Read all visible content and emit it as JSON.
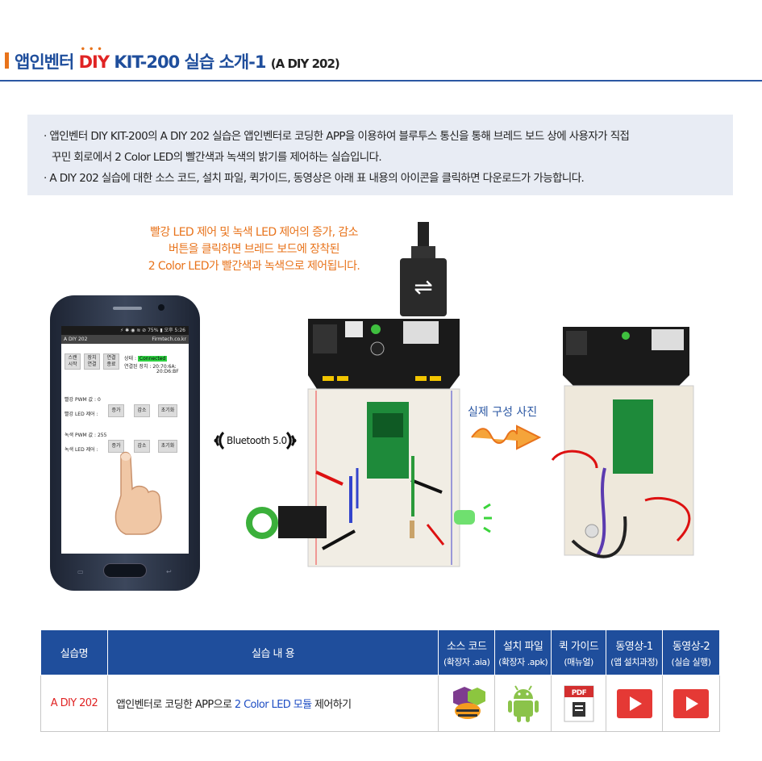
{
  "title": {
    "prefix": "앱인벤터",
    "diy": "DIY",
    "main": "KIT-200 실습 소개-1",
    "sub": "(A DIY 202)"
  },
  "intro": {
    "line1": "· 앱인벤터 DIY KIT-200의 A DIY 202 실습은 앱인벤터로 코딩한 APP을 이용하여 블루투스 통신을 통해 브레드 보드 상에 사용자가 직접",
    "line2": "꾸민 회로에서 2 Color LED의 빨간색과 녹색의 밝기를 제어하는 실습입니다.",
    "line3": "· A DIY 202 실습에 대한 소스 코드, 설치 파일, 퀵가이드, 동영상은 아래 표 내용의 아이콘을 클릭하면 다운로드가 가능합니다."
  },
  "annotation": {
    "line1": "빨강 LED 제어 및 녹색 LED 제어의 증가, 감소",
    "line2": "버튼을 클릭하면 브레드 보드에 장착된",
    "line3": "2 Color LED가 빨간색과 녹색으로 제어됩니다."
  },
  "bluetooth_label": "Bluetooth 5.0",
  "photo_label": "실제 구성 사진",
  "phone": {
    "status": "⚡ ✱ ◉ ≋ ⊘ 75% ▮ 오후 5:26",
    "app_name": "A DIY 202",
    "app_site": "Firmtech.co.kr",
    "btn_scan": "스캔\n시작",
    "btn_connect": "장치\n연결",
    "btn_disconnect": "연결\n종료",
    "state_label": "상태 :",
    "state_value": "Connected",
    "device_label": "연결된 장치 : 20:70:6A:",
    "device_value": "20:D6:BF",
    "red_pwm": "빨강 PWM 값 : 0",
    "red_control": "빨강 LED 제어 :",
    "green_pwm": "녹색 PWM 값 : 255",
    "green_control": "녹색 LED 제어 :",
    "inc": "증가",
    "dec": "감소",
    "reset": "초기화"
  },
  "table": {
    "headers": {
      "name": "실습명",
      "content": "실습 내 용",
      "source": "소스 코드",
      "source_sub": "(확장자 .aia)",
      "install": "설치 파일",
      "install_sub": "(확장자 .apk)",
      "guide": "퀵 가이드",
      "guide_sub": "(매뉴얼)",
      "video1": "동영상-1",
      "video1_sub": "(앱 설치과정)",
      "video2": "동영상-2",
      "video2_sub": "(실습 실행)"
    },
    "row": {
      "code": "A DIY 202",
      "content_pre": "앱인벤터로 코딩한 APP으로 ",
      "content_hl": "2 Color LED 모듈",
      "content_post": " 제어하기",
      "pdf": "PDF"
    }
  },
  "colors": {
    "brand_blue": "#1f4e9c",
    "accent_orange": "#e8731b",
    "accent_red": "#e02424",
    "connected_green": "#2ed142",
    "intro_bg": "#e8ecf4"
  },
  "icons": [
    "app-inventor-icon",
    "android-icon",
    "pdf-icon",
    "play-icon",
    "play-icon",
    "usb-icon",
    "bluetooth-wave-icon",
    "squiggle-arrow-icon",
    "touch-hand-icon",
    "led-glow-icon"
  ]
}
